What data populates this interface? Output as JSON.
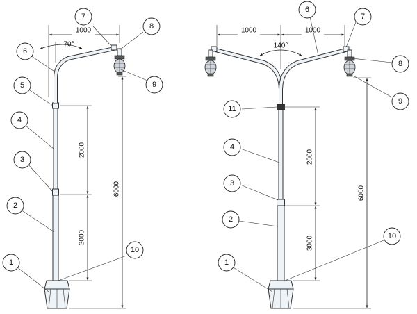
{
  "left_lamp": {
    "callouts": [
      "1",
      "2",
      "3",
      "4",
      "5",
      "6",
      "7",
      "8",
      "9",
      "10"
    ],
    "dims": {
      "arm_length": "1000",
      "angle": "70°",
      "upper_section": "2000",
      "lower_section": "3000",
      "total_height": "6000"
    }
  },
  "right_lamp": {
    "callouts": [
      "1",
      "2",
      "3",
      "4",
      "6",
      "7",
      "8",
      "9",
      "10",
      "11"
    ],
    "dims": {
      "arm_left": "1000",
      "arm_right": "1000",
      "angle": "140°",
      "upper_section": "2000",
      "lower_section": "3000",
      "total_height": "6000"
    }
  }
}
